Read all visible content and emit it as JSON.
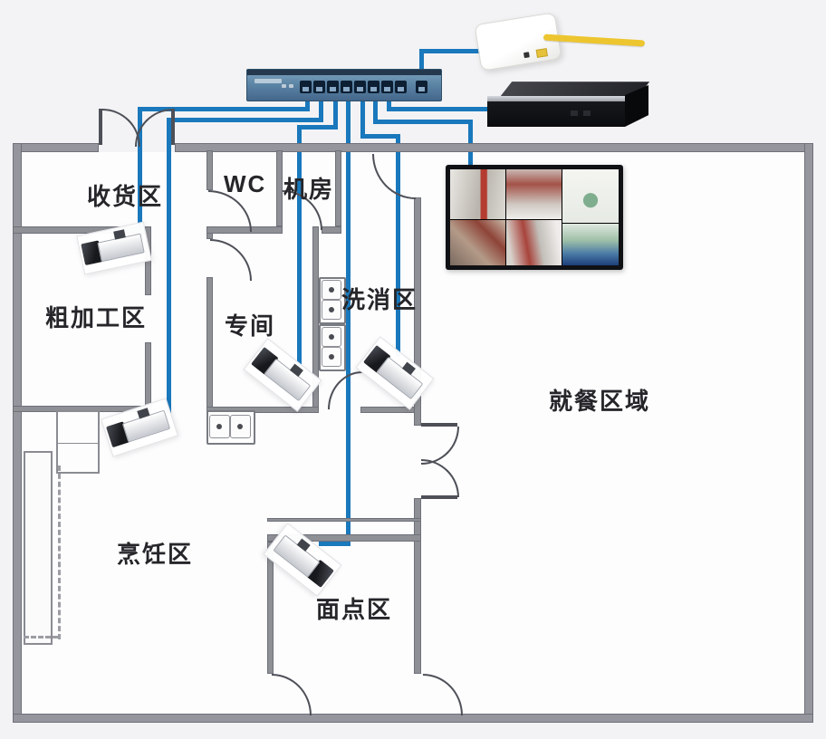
{
  "rooms": [
    {
      "id": "shouhuoqu",
      "label": "收货区"
    },
    {
      "id": "wc",
      "label": "WC"
    },
    {
      "id": "jifang",
      "label": "机房"
    },
    {
      "id": "cujiagongqu",
      "label": "粗加工区"
    },
    {
      "id": "zhuanjian",
      "label": "专间"
    },
    {
      "id": "xixiaoqu",
      "label": "洗消区"
    },
    {
      "id": "pengrenqu",
      "label": "烹饪区"
    },
    {
      "id": "miandianqu",
      "label": "面点区"
    },
    {
      "id": "jiucanquyu",
      "label": "就餐区域"
    }
  ],
  "devices": {
    "switch": {
      "name": "poe-switch",
      "ports": 9
    },
    "router": {
      "name": "router"
    },
    "nvr": {
      "name": "nvr-recorder"
    },
    "monitor": {
      "name": "cctv-monitor"
    },
    "cameras": [
      {
        "name": "bullet-camera",
        "location": "收货区"
      },
      {
        "name": "bullet-camera",
        "location": "烹饪区"
      },
      {
        "name": "bullet-camera",
        "location": "专间"
      },
      {
        "name": "bullet-camera",
        "location": "洗消区"
      },
      {
        "name": "bullet-camera",
        "location": "面点区"
      }
    ]
  },
  "colors": {
    "cable_blue": "#1a78bc",
    "wan_yellow": "#edc52f",
    "wall_gray": "#8e9096",
    "label_black": "#26262a"
  }
}
